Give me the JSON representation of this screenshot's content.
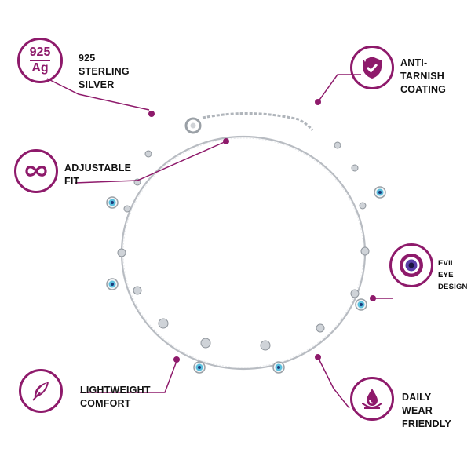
{
  "features": {
    "silver": {
      "badge_top": "925",
      "badge_bottom": "Ag",
      "line1": "925",
      "line2": "STERLING SILVER"
    },
    "adjustable": {
      "line1": "ADJUSTABLE",
      "line2": "FIT"
    },
    "lightweight": {
      "line1": "LIGHTWEIGHT",
      "line2": "COMFORT"
    },
    "anti_tarnish": {
      "line1": "ANTI-TARNISH",
      "line2": "COATING"
    },
    "evil_eye": {
      "line1": "EVIL EYE",
      "line2": "DESIGN"
    },
    "daily_wear": {
      "line1": "DAILY WEAR",
      "line2": "FRIENDLY"
    }
  },
  "colors": {
    "accent": "#8e1a6b",
    "chain": "#9aa0a6",
    "eye_blue": "#5bc0de",
    "eye_dark": "#1c3a7a"
  },
  "icons": {
    "adjustable": "infinity-icon",
    "lightweight": "feather-icon",
    "anti_tarnish": "shield-check-icon",
    "evil_eye": "evil-eye-icon",
    "daily_wear": "water-drop-icon"
  }
}
